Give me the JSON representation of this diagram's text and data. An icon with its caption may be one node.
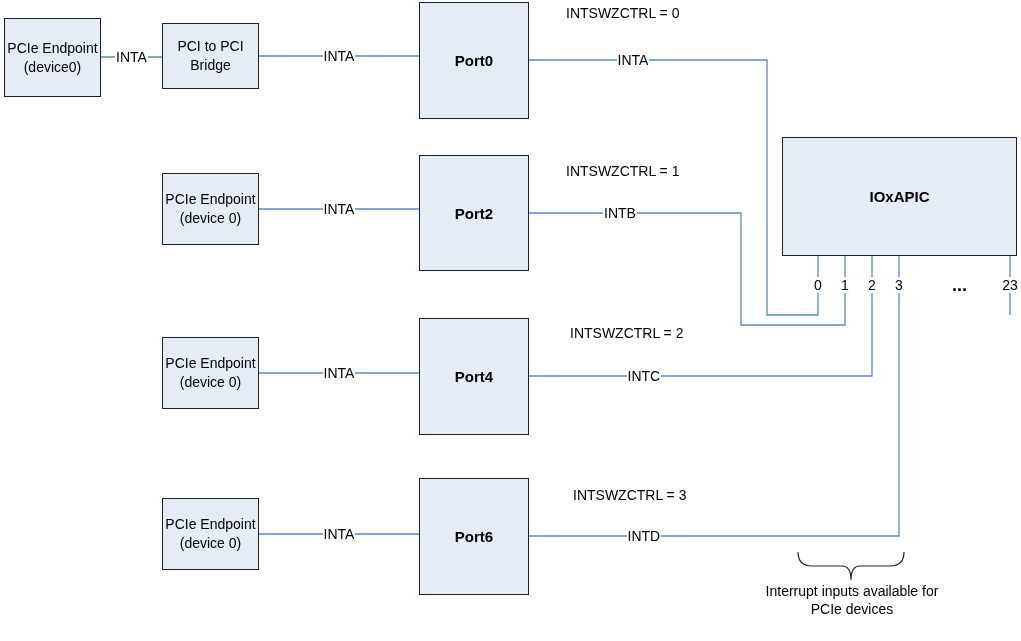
{
  "diagram": {
    "nodes": [
      {
        "text": [
          "PCIe Endpoint (device0)"
        ]
      },
      {
        "text": [
          "PCI to PCI Bridge"
        ]
      },
      {
        "text": [
          "Port0"
        ]
      },
      {
        "text": [
          "PCIe Endpoint (device 0)"
        ]
      },
      {
        "text": [
          "Port2"
        ]
      },
      {
        "text": [
          "PCIe Endpoint (device 0)"
        ]
      },
      {
        "text": [
          "Port4"
        ]
      },
      {
        "text": [
          "PCIe Endpoint (device 0)"
        ]
      },
      {
        "text": [
          "Port6"
        ]
      },
      {
        "text": [
          "IOxAPIC"
        ]
      },
      {
        "text": [
          "0"
        ]
      },
      {
        "text": [
          "1"
        ]
      },
      {
        "text": [
          "2"
        ]
      },
      {
        "text": [
          "3"
        ]
      },
      {
        "text": [
          "23"
        ]
      }
    ],
    "edges": [
      {
        "from": 0,
        "to": 1,
        "label": "INTA",
        "arrow": "none"
      },
      {
        "from": 1,
        "to": 2,
        "label": "INTA",
        "arrow": "none"
      },
      {
        "from": 2,
        "to": 10,
        "label": "INTA",
        "arrow": "none"
      },
      {
        "from": 3,
        "to": 4,
        "label": "INTA",
        "arrow": "none"
      },
      {
        "from": 4,
        "to": 11,
        "label": "INTB",
        "arrow": "none"
      },
      {
        "from": 5,
        "to": 6,
        "label": "INTA",
        "arrow": "none"
      },
      {
        "from": 6,
        "to": 12,
        "label": "INTC",
        "arrow": "none"
      },
      {
        "from": 7,
        "to": 8,
        "label": "INTA",
        "arrow": "none"
      },
      {
        "from": 8,
        "to": 13,
        "label": "INTD",
        "arrow": "none"
      },
      {
        "from": 9,
        "to": 10,
        "arrow": "none"
      },
      {
        "from": 9,
        "to": 11,
        "arrow": "none"
      },
      {
        "from": 9,
        "to": 12,
        "arrow": "none"
      },
      {
        "from": 9,
        "to": 13,
        "arrow": "none"
      },
      {
        "from": 9,
        "to": 14,
        "arrow": "none"
      },
      {
        "from": 14,
        "to": null,
        "arrow": "none"
      }
    ],
    "labels": [
      "INTSWZCTRL = 0",
      "INTSWZCTRL = 1",
      "INTSWZCTRL = 2",
      "INTSWZCTRL = 3",
      "...",
      "Interrupt inputs available for PCIe devices"
    ]
  }
}
